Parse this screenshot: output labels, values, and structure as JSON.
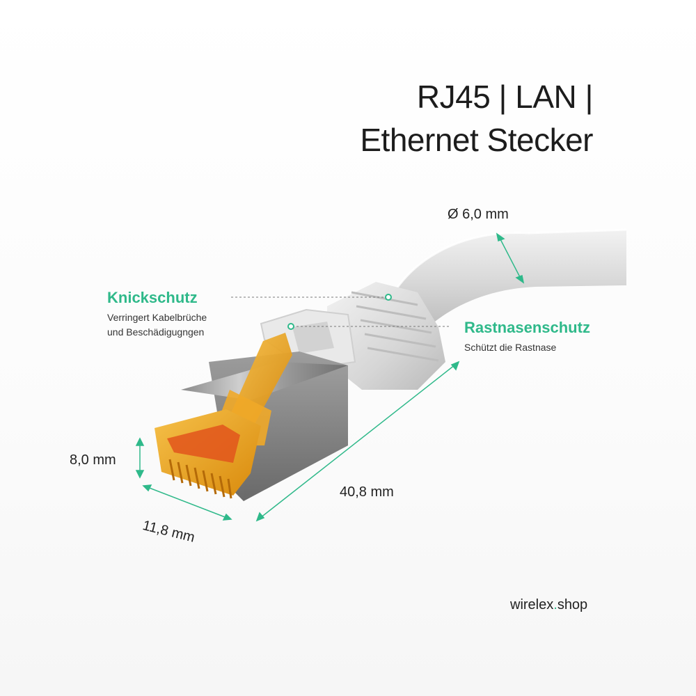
{
  "title": {
    "line1": "RJ45 | LAN |",
    "line2": "Ethernet Stecker"
  },
  "annotations": {
    "knickschutz": {
      "heading": "Knickschutz",
      "line1": "Verringert Kabelbrüche",
      "line2": "und Beschädigugngen"
    },
    "rastnasenschutz": {
      "heading": "Rastnasenschutz",
      "line1": "Schützt die Rastnase"
    }
  },
  "dimensions": {
    "diameter": "Ø 6,0 mm",
    "height": "8,0 mm",
    "width": "11,8 mm",
    "length": "40,8 mm"
  },
  "brand": {
    "name": "wirelex",
    "dot": ".",
    "tld": "shop"
  },
  "colors": {
    "accent": "#2fb98a",
    "text": "#1c1c1c",
    "connector_gold": "#e8a21a",
    "boot_grey": "#dcdcdc"
  }
}
